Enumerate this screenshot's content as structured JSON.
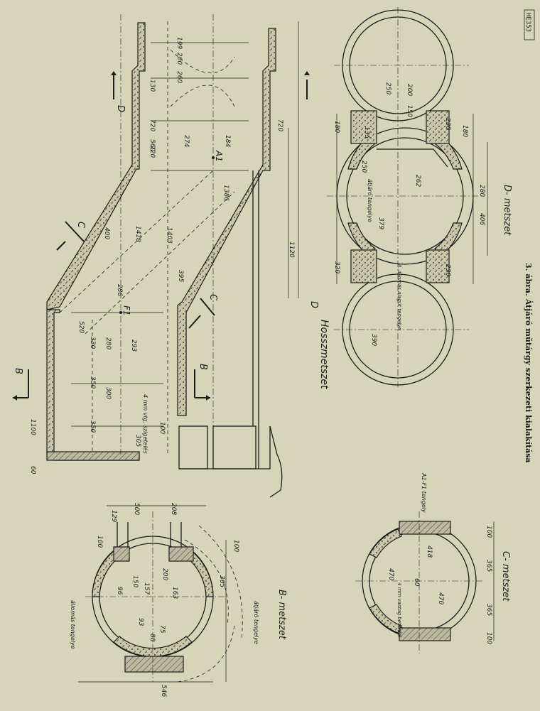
{
  "caption": "3. ábra. Átjáró műtárgy szerkezeti kialakítása",
  "stamp": "HE353",
  "sections": {
    "long": "Hosszmetszet",
    "b": "B- metszet",
    "c": "C- metszet",
    "d": "D- metszet"
  },
  "markers": {
    "b": "B",
    "c": "C",
    "d": "D",
    "a1": "A1",
    "f1": "F1"
  },
  "notes": {
    "b_axis_left": "állomás tengelye",
    "b_axis_right": "átjáró tengelye",
    "d_axis": "átjáró tengelye",
    "d_station": "II. állomás alagút tengelye",
    "c_wall": "4 mm vastag betonfal",
    "c_axis": "A1-F1 tengely",
    "long_wall": "4 mm vtg. szigetelés"
  },
  "dims": {
    "long": [
      "60",
      "1100",
      "350",
      "350",
      "330",
      "520",
      "220",
      "400",
      "720",
      "560",
      "130",
      "720",
      "1120",
      "199",
      "200",
      "260",
      "274",
      "184",
      "1386",
      "1403",
      "1418",
      "300",
      "280",
      "293",
      "395",
      "286",
      "305",
      "100"
    ],
    "b": [
      "129",
      "500",
      "208",
      "100",
      "546",
      "365",
      "100",
      "200",
      "150",
      "157",
      "93",
      "163",
      "75",
      "88",
      "96"
    ],
    "c": [
      "365",
      "365",
      "100",
      "100",
      "418",
      "470",
      "60",
      "470"
    ],
    "d": [
      "180",
      "250",
      "200",
      "150",
      "230",
      "320",
      "135",
      "379",
      "230",
      "180",
      "280",
      "406",
      "262",
      "390",
      "250"
    ]
  }
}
